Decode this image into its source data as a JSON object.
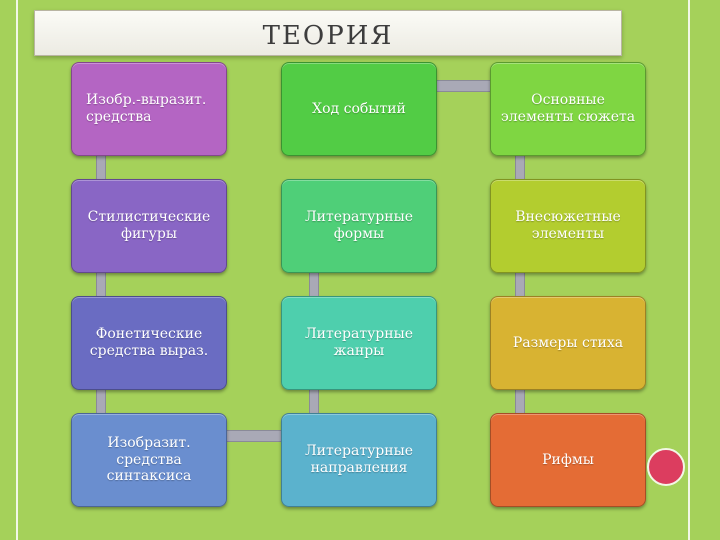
{
  "title": "ТЕОРИЯ",
  "colors": {
    "background": "#a5d15a",
    "connector": "#a9a9b6",
    "accent_circle": "#dc3d5f"
  },
  "boxes": [
    {
      "label": "Изобр.-выразит. средства",
      "color": "#b465c3"
    },
    {
      "label": "Ход событий",
      "color": "#52cc45"
    },
    {
      "label": "Основные элементы сюжета",
      "color": "#7fd642"
    },
    {
      "label": "Стилистические фигуры",
      "color": "#8966c5"
    },
    {
      "label": "Литературные формы",
      "color": "#4fcf78"
    },
    {
      "label": "Внесюжетные элементы",
      "color": "#b3cd2f"
    },
    {
      "label": "Фонетические средства выраз.",
      "color": "#6a6cc2"
    },
    {
      "label": "Литературные жанры",
      "color": "#4ecfad"
    },
    {
      "label": "Размеры стиха",
      "color": "#d8b332"
    },
    {
      "label": "Изобразит. средства синтаксиса",
      "color": "#6a8ecf"
    },
    {
      "label": "Литературные направления",
      "color": "#5bb2cd"
    },
    {
      "label": "Рифмы",
      "color": "#e46c35"
    }
  ]
}
